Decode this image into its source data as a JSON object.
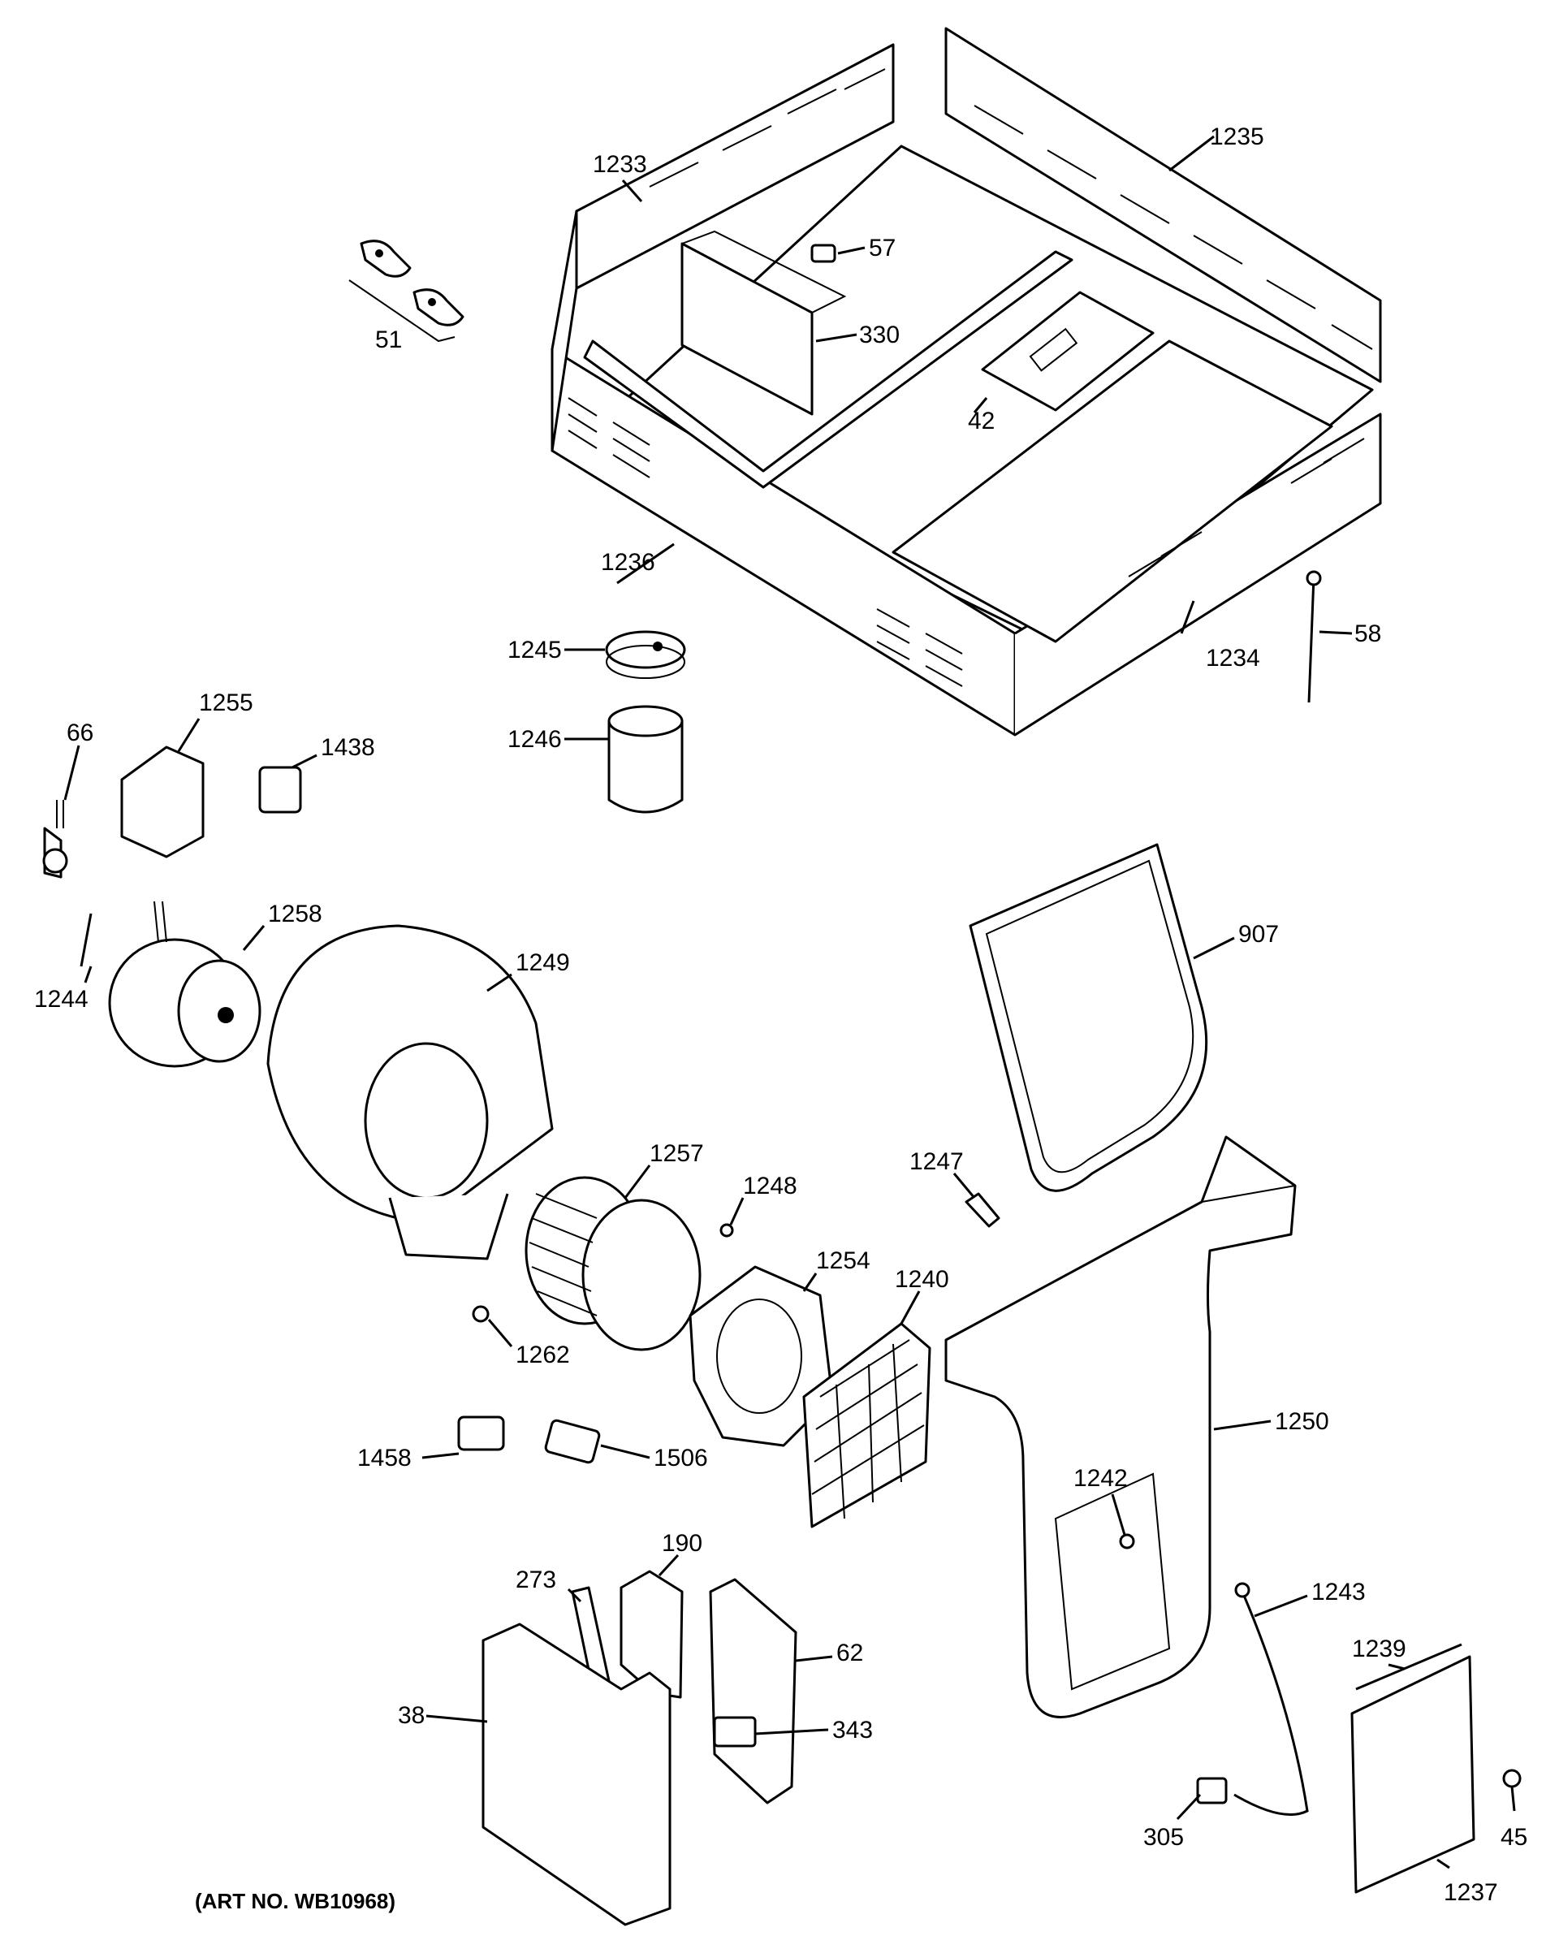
{
  "art_number": "(ART NO. WB10968)",
  "parts": [
    {
      "id": "1233",
      "label": "1233"
    },
    {
      "id": "1235",
      "label": "1235"
    },
    {
      "id": "57",
      "label": "57"
    },
    {
      "id": "51",
      "label": "51"
    },
    {
      "id": "330",
      "label": "330"
    },
    {
      "id": "42",
      "label": "42"
    },
    {
      "id": "1236",
      "label": "1236"
    },
    {
      "id": "1234",
      "label": "1234"
    },
    {
      "id": "58",
      "label": "58"
    },
    {
      "id": "1245",
      "label": "1245"
    },
    {
      "id": "1246",
      "label": "1246"
    },
    {
      "id": "66",
      "label": "66"
    },
    {
      "id": "1255",
      "label": "1255"
    },
    {
      "id": "1438",
      "label": "1438"
    },
    {
      "id": "1258",
      "label": "1258"
    },
    {
      "id": "1244",
      "label": "1244"
    },
    {
      "id": "1249",
      "label": "1249"
    },
    {
      "id": "907",
      "label": "907"
    },
    {
      "id": "1257",
      "label": "1257"
    },
    {
      "id": "1248",
      "label": "1248"
    },
    {
      "id": "1247",
      "label": "1247"
    },
    {
      "id": "1254",
      "label": "1254"
    },
    {
      "id": "1240",
      "label": "1240"
    },
    {
      "id": "1262",
      "label": "1262"
    },
    {
      "id": "1250",
      "label": "1250"
    },
    {
      "id": "1458",
      "label": "1458"
    },
    {
      "id": "1506",
      "label": "1506"
    },
    {
      "id": "1242",
      "label": "1242"
    },
    {
      "id": "190",
      "label": "190"
    },
    {
      "id": "273",
      "label": "273"
    },
    {
      "id": "1243",
      "label": "1243"
    },
    {
      "id": "62",
      "label": "62"
    },
    {
      "id": "1239",
      "label": "1239"
    },
    {
      "id": "38",
      "label": "38"
    },
    {
      "id": "343",
      "label": "343"
    },
    {
      "id": "305",
      "label": "305"
    },
    {
      "id": "45",
      "label": "45"
    },
    {
      "id": "1237",
      "label": "1237"
    }
  ]
}
